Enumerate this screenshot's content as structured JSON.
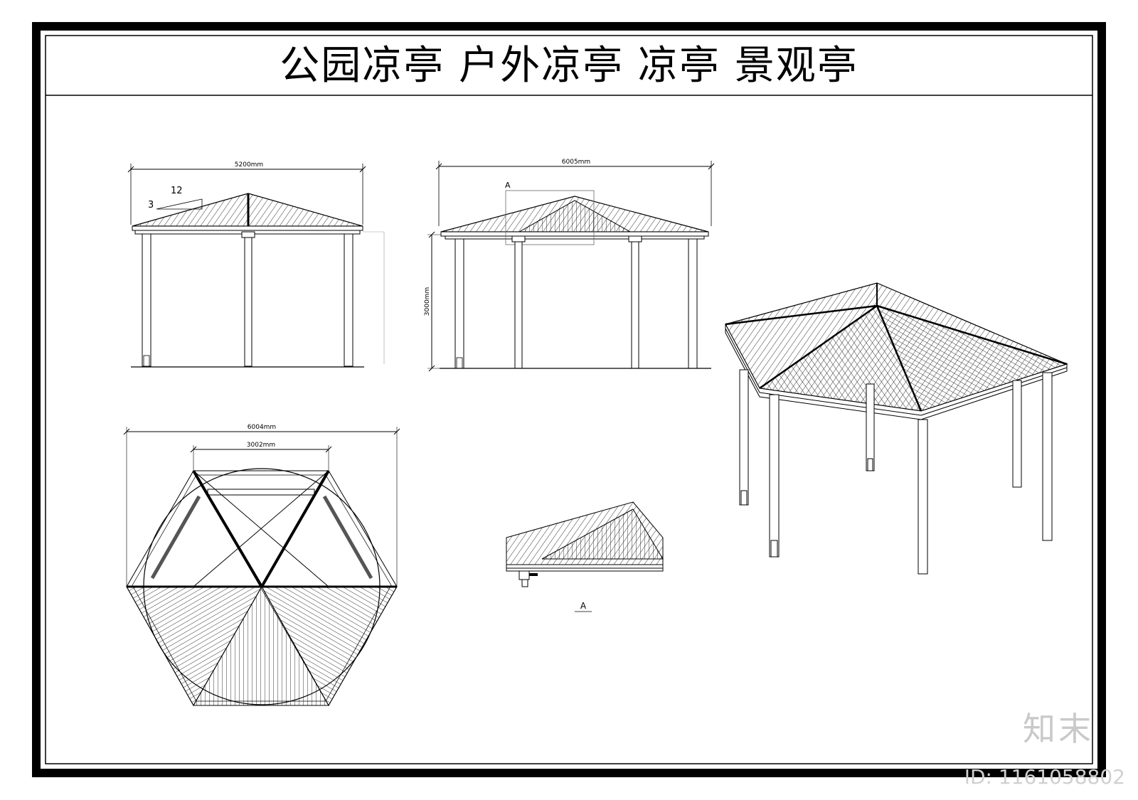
{
  "title": "公园凉亭  户外凉亭  凉亭  景观亭",
  "dims": {
    "front_width": "5200mm",
    "side_width": "6005mm",
    "height": "3000mm",
    "plan_outer": "6004mm",
    "plan_inner": "3002mm",
    "slope_run": "12",
    "slope_rise": "3"
  },
  "section_marker": "A",
  "detail_label": "A",
  "brand": "知末",
  "image_id": "ID: 1161058802"
}
